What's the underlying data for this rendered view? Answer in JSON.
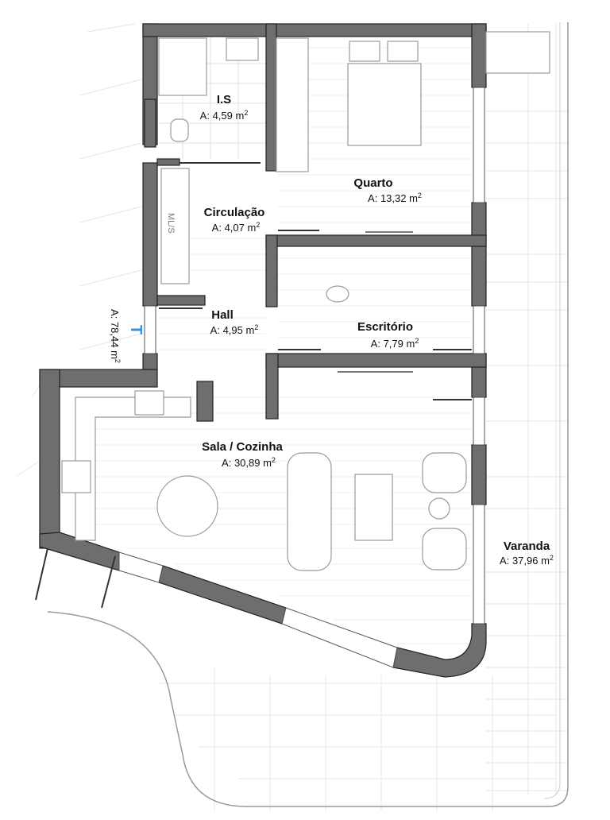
{
  "title": "Floor plan",
  "total_area": "A: 78,44 m",
  "unit_sup": "2",
  "rooms": [
    {
      "name": "I.S",
      "area": "A: 4,59 m"
    },
    {
      "name": "Circulação",
      "area": "A: 4,07 m"
    },
    {
      "name": "Quarto",
      "area": "A: 13,32 m"
    },
    {
      "name": "Hall",
      "area": "A: 4,95 m"
    },
    {
      "name": "Escritório",
      "area": "A: 7,79 m"
    },
    {
      "name": "Sala / Cozinha",
      "area": "A: 30,89 m"
    },
    {
      "name": "Varanda",
      "area": "A: 37,96 m"
    }
  ],
  "closet_label": "ML/S",
  "entrance_marker": "T",
  "colors": {
    "wall": "#6e6e6e",
    "entrance": "#3a8fd8"
  }
}
